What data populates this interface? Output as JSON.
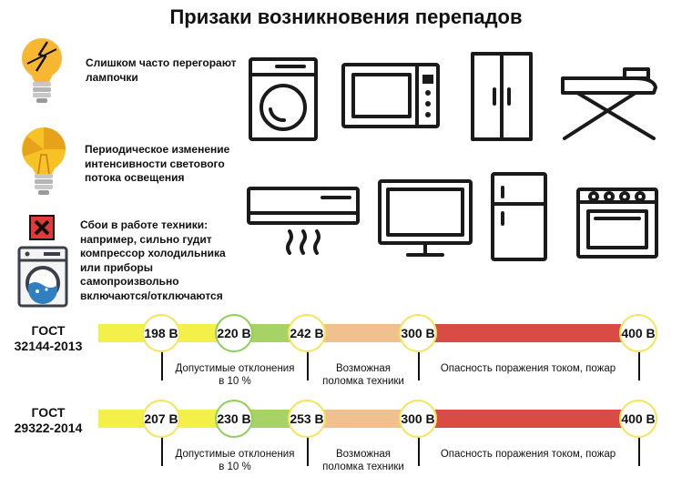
{
  "title": "Призаки возникновения перепадов",
  "signs": [
    {
      "icon": "burnt-bulb-icon",
      "text": "Слишком часто перегорают лампочки"
    },
    {
      "icon": "flickering-bulb-icon",
      "text": "Периодическое изменение интенсивности светового потока освещения"
    },
    {
      "icon": "broken-washer-icon",
      "text": "Сбои в работе техники: например, сильно гудит компрессор холодильника или приборы самопроизвольно включаются/отключаются"
    }
  ],
  "appliances": [
    "washing-machine-icon",
    "microwave-icon",
    "wardrobe-icon",
    "ironing-board-icon",
    "air-conditioner-icon",
    "tv-icon",
    "refrigerator-icon",
    "stove-icon"
  ],
  "colors": {
    "yellow": "#f3f04a",
    "green": "#a6d266",
    "peach": "#f0c08e",
    "red": "#d84c45",
    "yellow_ring": "#f4e55a",
    "green_ring": "#8fcf5a"
  },
  "scales": [
    {
      "gost": "ГОСТ 32144-2013",
      "gost_line1": "ГОСТ",
      "gost_line2": "32144-2013",
      "v1": "198 В",
      "v2": "220 В",
      "v3": "242 В",
      "v4": "300 В",
      "v5": "400 В",
      "zone1": "Допустимые отклонения в 10 %",
      "zone1_line1": "Допустимые отклонения",
      "zone1_line2": "в 10 %",
      "zone2_line1": "Возможная",
      "zone2_line2": "поломка техники",
      "zone3": "Опасность поражения током, пожар"
    },
    {
      "gost": "ГОСТ 29322-2014",
      "gost_line1": "ГОСТ",
      "gost_line2": "29322-2014",
      "v1": "207 В",
      "v2": "230 В",
      "v3": "253 В",
      "v4": "300 В",
      "v5": "400 В",
      "zone1": "Допустимые отклонения в 10 %",
      "zone1_line1": "Допустимые отклонения",
      "zone1_line2": "в 10 %",
      "zone2_line1": "Возможная",
      "zone2_line2": "поломка техники",
      "zone3": "Опасность поражения током, пожар"
    }
  ]
}
